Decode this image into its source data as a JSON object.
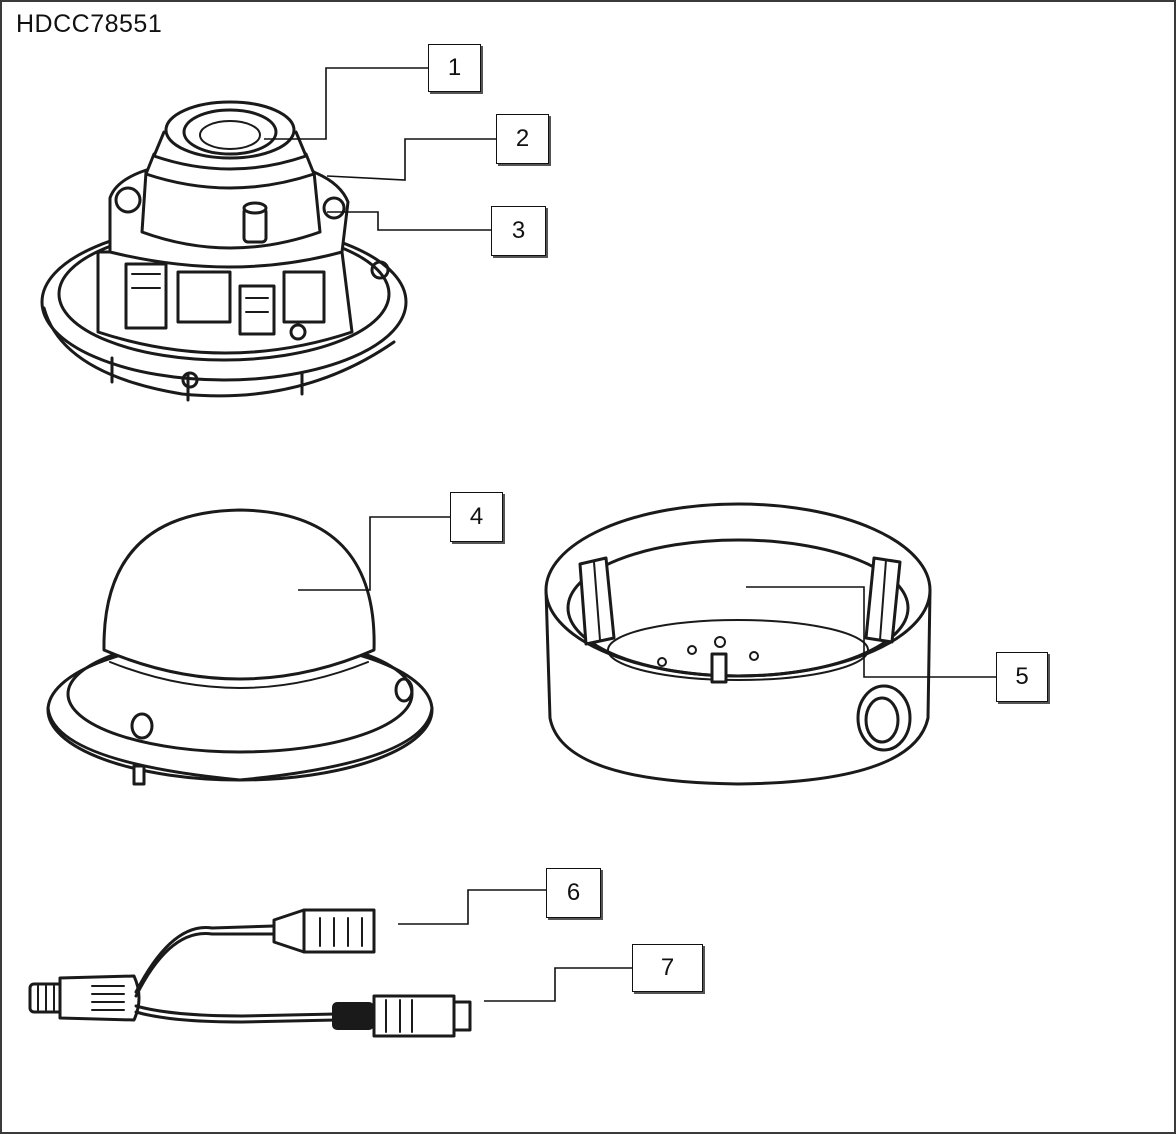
{
  "model": "HDCC78551",
  "callouts": [
    {
      "label": "1"
    },
    {
      "label": "2"
    },
    {
      "label": "3"
    },
    {
      "label": "4"
    },
    {
      "label": "5"
    },
    {
      "label": "6"
    },
    {
      "label": "7"
    }
  ]
}
